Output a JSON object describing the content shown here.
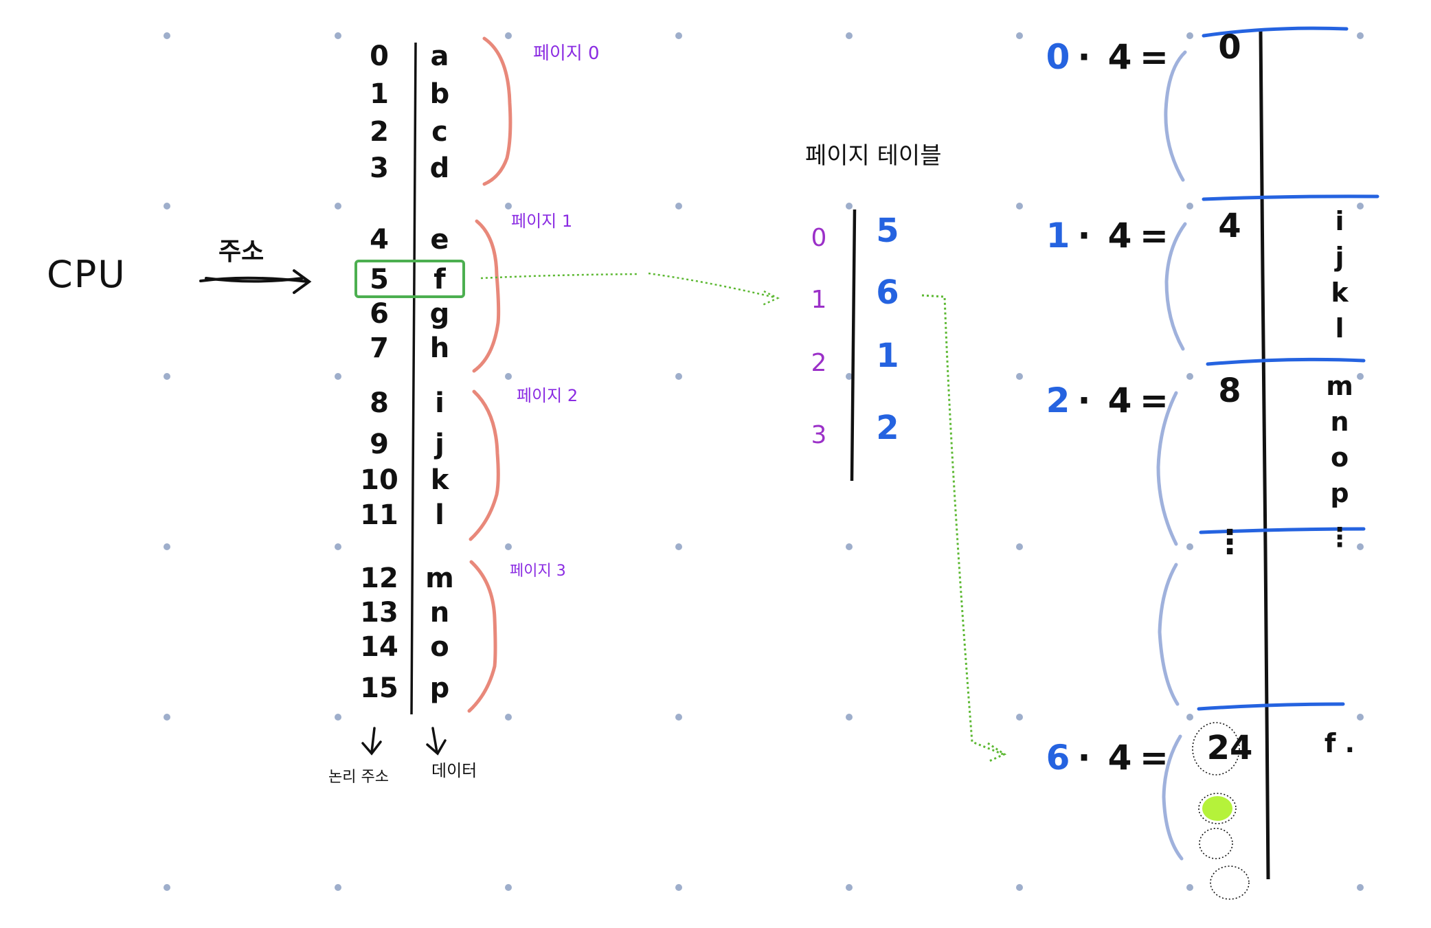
{
  "colors": {
    "ink": "#111111",
    "grid_dot": "#9eaecb",
    "page_brace": "#e8887a",
    "page_label": "#8a2be2",
    "table_index": "#9b30c8",
    "frame_number": "#2563e0",
    "frame_brace": "#9fb1dc",
    "highlight": "#4caf50",
    "green_dot": "#b5f23a"
  },
  "cpu_label": "CPU",
  "address_label": "주소",
  "logical_addresses": [
    "0",
    "1",
    "2",
    "3",
    "4",
    "5",
    "6",
    "7",
    "8",
    "9",
    "10",
    "11",
    "12",
    "13",
    "14",
    "15"
  ],
  "data_values": [
    "a",
    "b",
    "c",
    "d",
    "e",
    "f",
    "g",
    "h",
    "i",
    "j",
    "k",
    "l",
    "m",
    "n",
    "o",
    "p"
  ],
  "page_labels": [
    "페이지 0",
    "페이지 1",
    "페이지 2",
    "페이지 3"
  ],
  "footer_logical": "논리 주소",
  "footer_data": "데이터",
  "page_table": {
    "title": "페이지 테이블",
    "indices": [
      "0",
      "1",
      "2",
      "3"
    ],
    "frames": [
      "5",
      "6",
      "1",
      "2"
    ]
  },
  "physical": {
    "rows": [
      {
        "formula": [
          "0",
          "·",
          "4",
          "="
        ],
        "address": "0",
        "data": []
      },
      {
        "formula": [
          "1",
          "·",
          "4",
          "="
        ],
        "address": "4",
        "data": [
          "i",
          "j",
          "k",
          "l"
        ]
      },
      {
        "formula": [
          "2",
          "·",
          "4",
          "="
        ],
        "address": "8",
        "data": [
          "m",
          "n",
          "o",
          "p"
        ]
      },
      {
        "formula": [],
        "address": "⋮",
        "data": [
          "⋮"
        ]
      },
      {
        "formula": [
          "6",
          "·",
          "4",
          "="
        ],
        "address": "24",
        "data": [
          "f ."
        ]
      }
    ]
  }
}
